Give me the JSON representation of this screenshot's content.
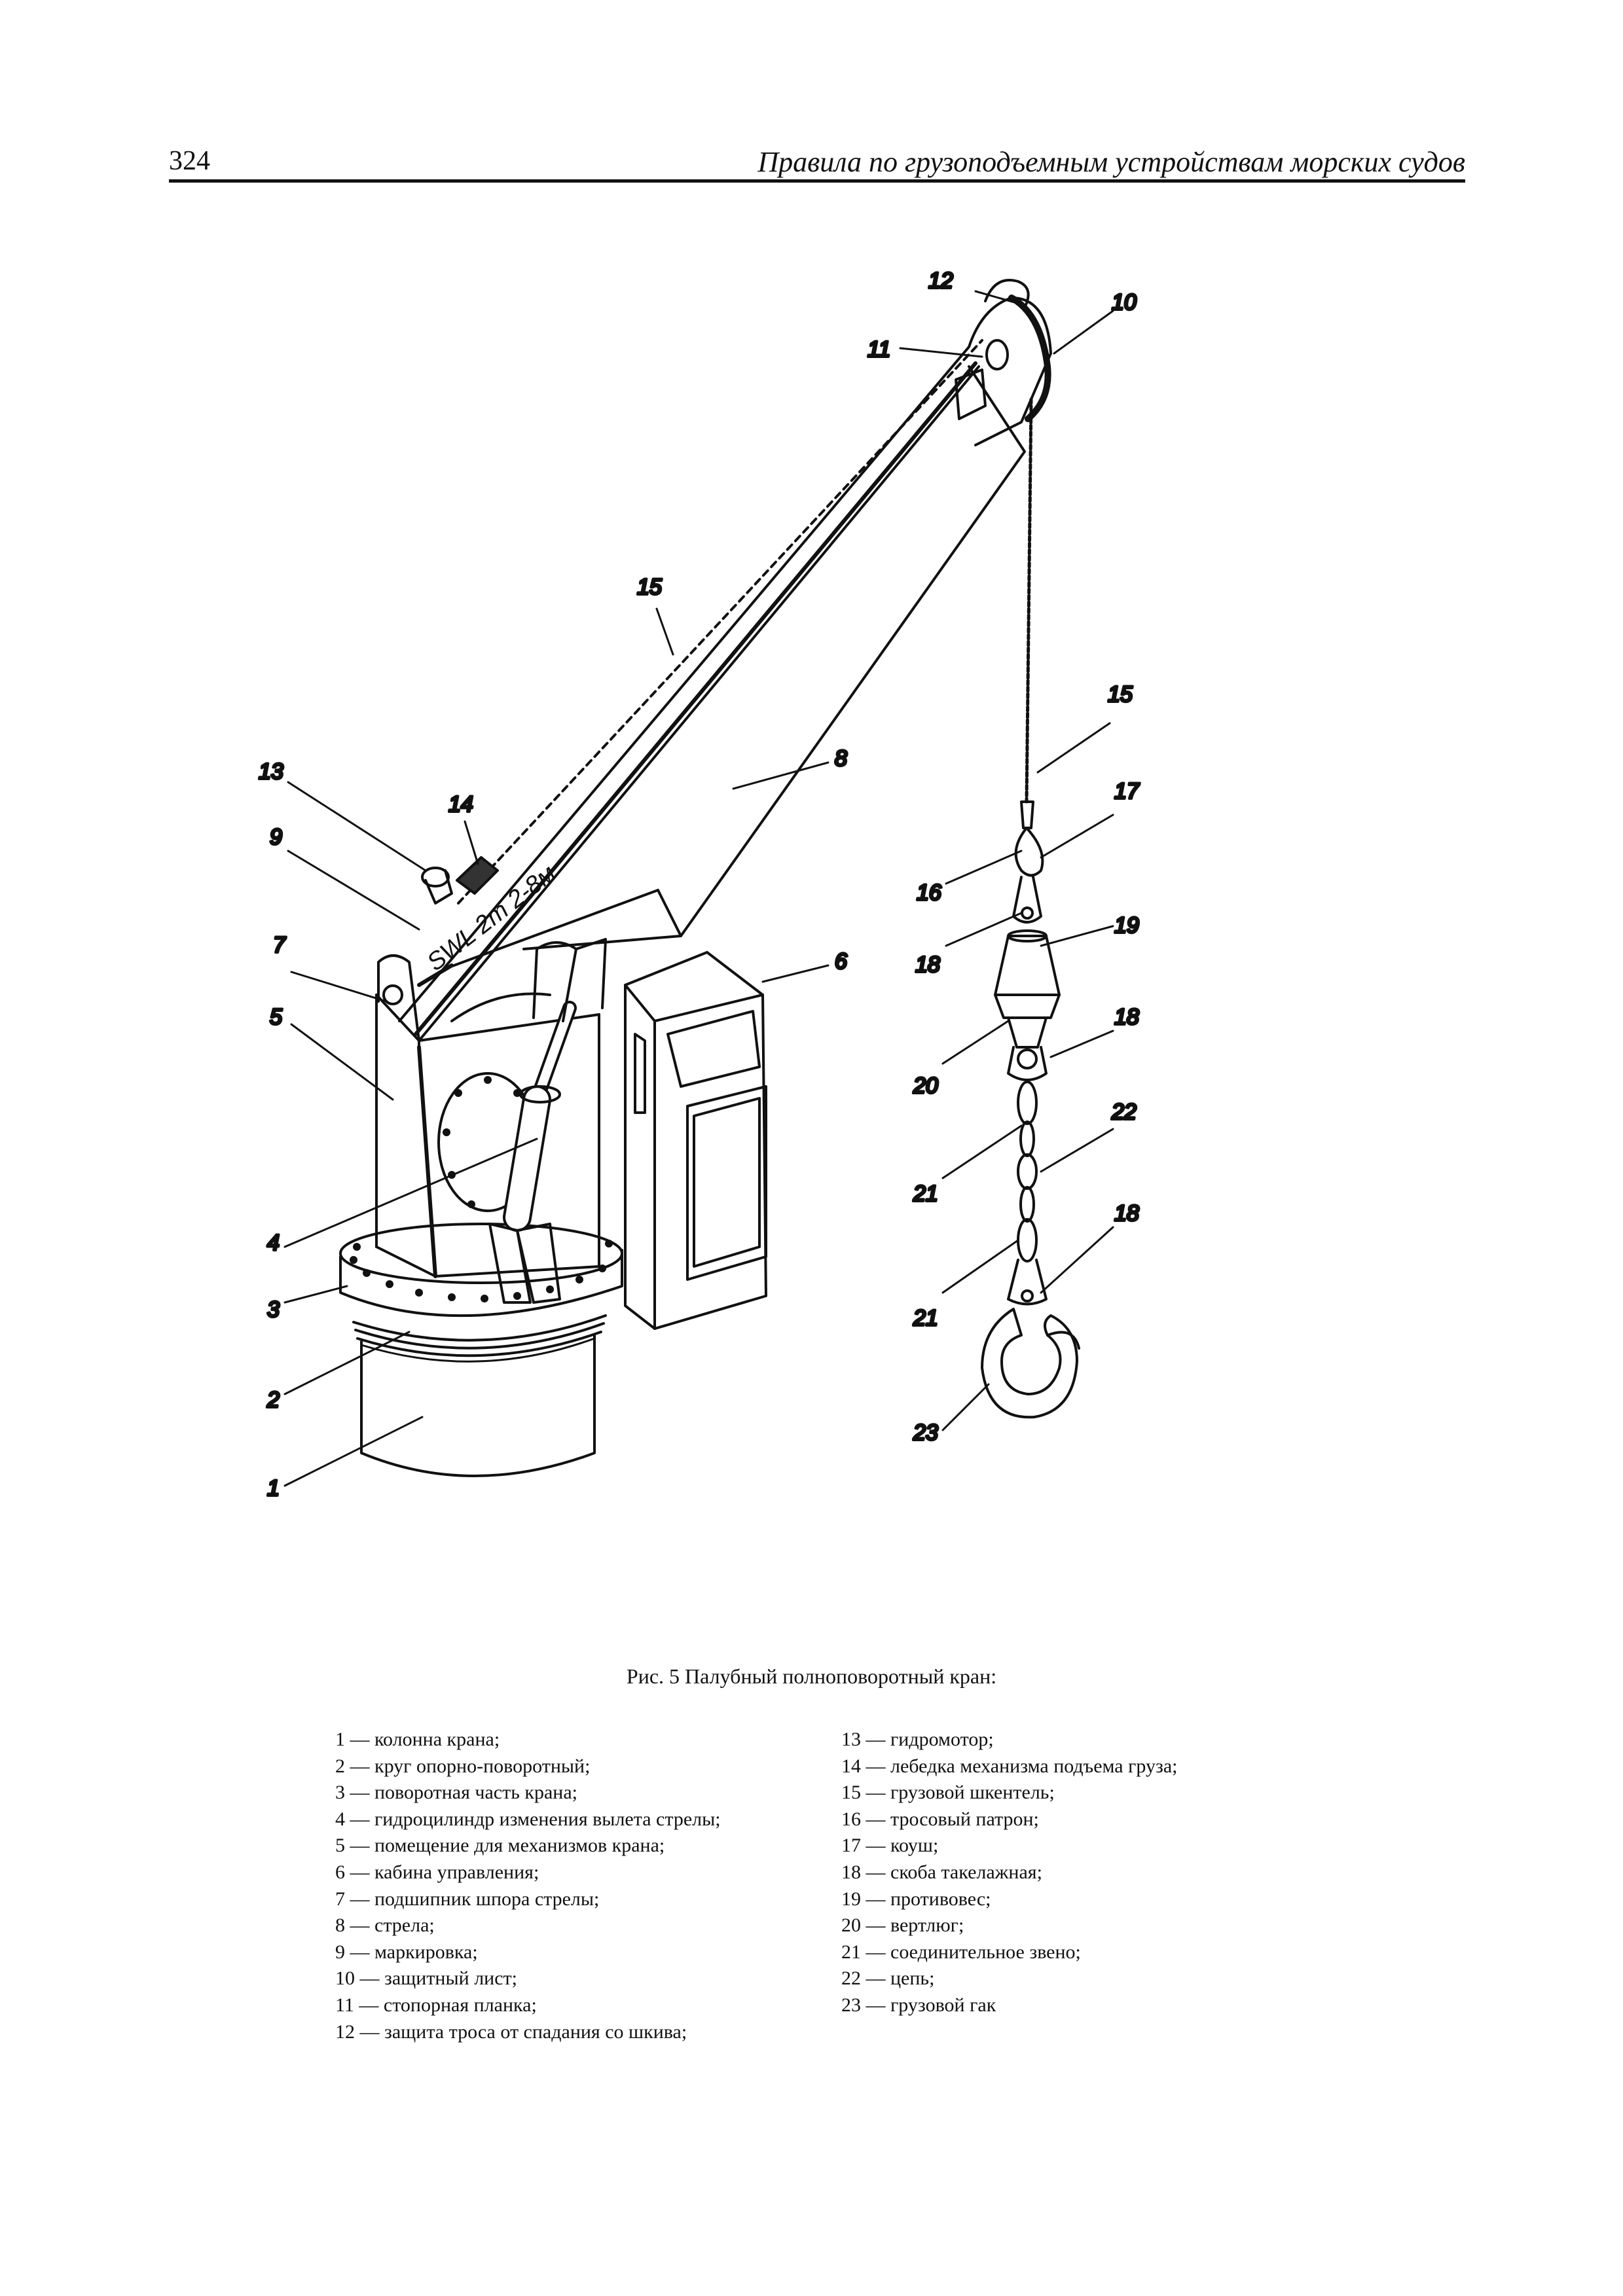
{
  "header": {
    "page_number": "324",
    "running_title": "Правила по грузоподъемным устройствам морских судов"
  },
  "figure": {
    "boom_marking": "SWL 2т 2-8м",
    "callouts": [
      {
        "label": "12"
      },
      {
        "label": "10"
      },
      {
        "label": "11"
      },
      {
        "label": "15"
      },
      {
        "label": "15"
      },
      {
        "label": "8"
      },
      {
        "label": "13"
      },
      {
        "label": "14"
      },
      {
        "label": "9"
      },
      {
        "label": "17"
      },
      {
        "label": "16"
      },
      {
        "label": "7"
      },
      {
        "label": "6"
      },
      {
        "label": "19"
      },
      {
        "label": "18"
      },
      {
        "label": "5"
      },
      {
        "label": "18"
      },
      {
        "label": "20"
      },
      {
        "label": "22"
      },
      {
        "label": "4"
      },
      {
        "label": "21"
      },
      {
        "label": "18"
      },
      {
        "label": "3"
      },
      {
        "label": "21"
      },
      {
        "label": "2"
      },
      {
        "label": "23"
      },
      {
        "label": "1"
      }
    ]
  },
  "caption": "Рис. 5 Палубный полноповоротный кран:",
  "legend_left": [
    "1 — колонна крана;",
    "2 — круг опорно-поворотный;",
    "3 — поворотная часть крана;",
    "4 — гидроцилиндр изменения вылета стрелы;",
    "5 — помещение для механизмов крана;",
    "6 — кабина управления;",
    "7 — подшипник шпора стрелы;",
    "8 — стрела;",
    "9 — маркировка;",
    "10 — защитный лист;",
    "11 — стопорная планка;",
    "12 — защита троса от спадания со шкива;"
  ],
  "legend_right": [
    "13 — гидромотор;",
    "14 — лебедка механизма подъема груза;",
    "15 — грузовой шкентель;",
    "16 — тросовый патрон;",
    "17 — коуш;",
    "18 — скоба такелажная;",
    "19 — противовес;",
    "20 — вертлюг;",
    "21 — соединительное звено;",
    "22 — цепь;",
    "23 — грузовой гак"
  ]
}
